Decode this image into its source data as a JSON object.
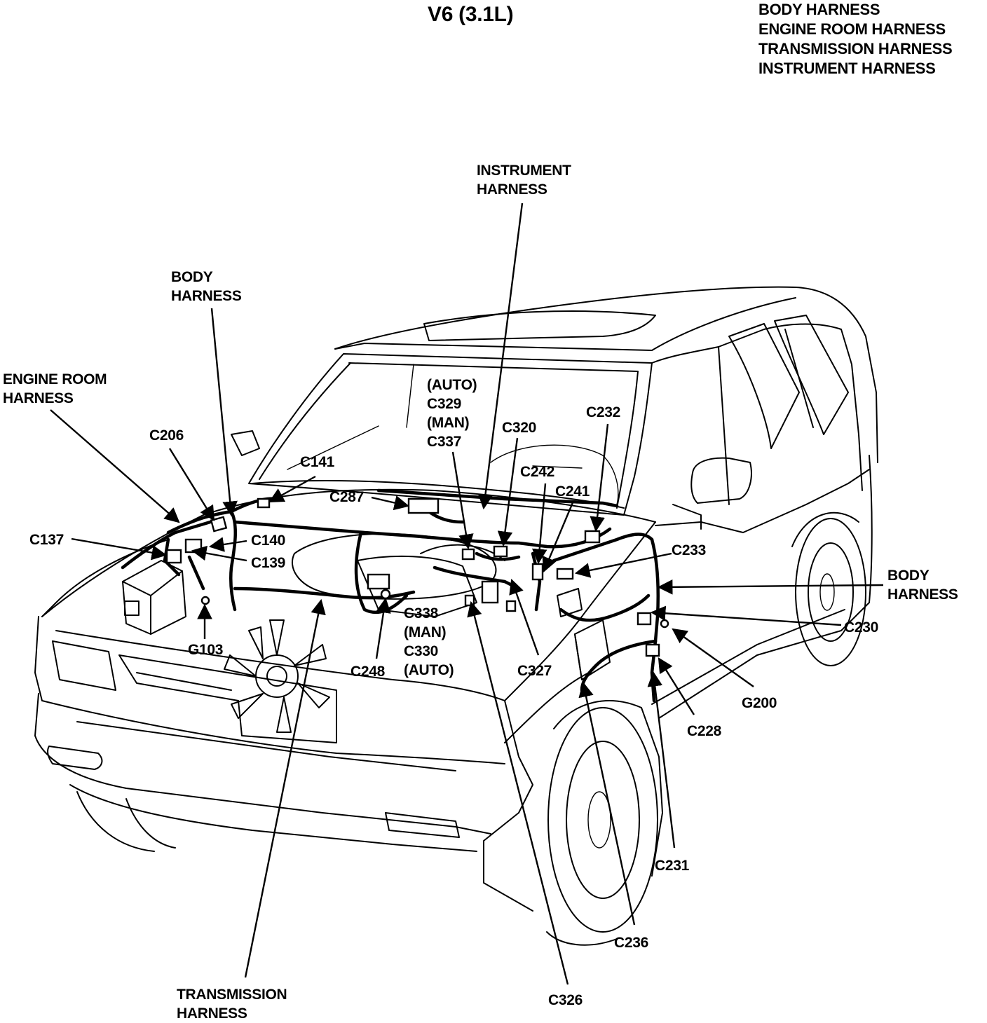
{
  "title": "V6 (3.1L)",
  "legend": [
    "BODY HARNESS",
    "ENGINE ROOM HARNESS",
    "TRANSMISSION HARNESS",
    "INSTRUMENT HARNESS"
  ],
  "harness_labels": {
    "instrument": [
      "INSTRUMENT",
      "HARNESS"
    ],
    "body_top": [
      "BODY",
      "HARNESS"
    ],
    "engine_room": [
      "ENGINE ROOM",
      "HARNESS"
    ],
    "body_right": [
      "BODY",
      "HARNESS"
    ],
    "transmission": [
      "TRANSMISSION",
      "HARNESS"
    ]
  },
  "connectors": {
    "c206": "C206",
    "c141": "C141",
    "c287": "C287",
    "c137": "C137",
    "c140": "C140",
    "c139": "C139",
    "g103": "G103",
    "c248": "C248",
    "c338_group": [
      "C338",
      "(MAN)",
      "C330",
      "(AUTO)"
    ],
    "c329_group": [
      "(AUTO)",
      "C329",
      "(MAN)",
      "C337"
    ],
    "c320": "C320",
    "c242": "C242",
    "c241": "C241",
    "c232": "C232",
    "c233": "C233",
    "c327": "C327",
    "c230": "C230",
    "g200": "G200",
    "c228": "C228",
    "c231": "C231",
    "c236": "C236",
    "c326": "C326"
  }
}
